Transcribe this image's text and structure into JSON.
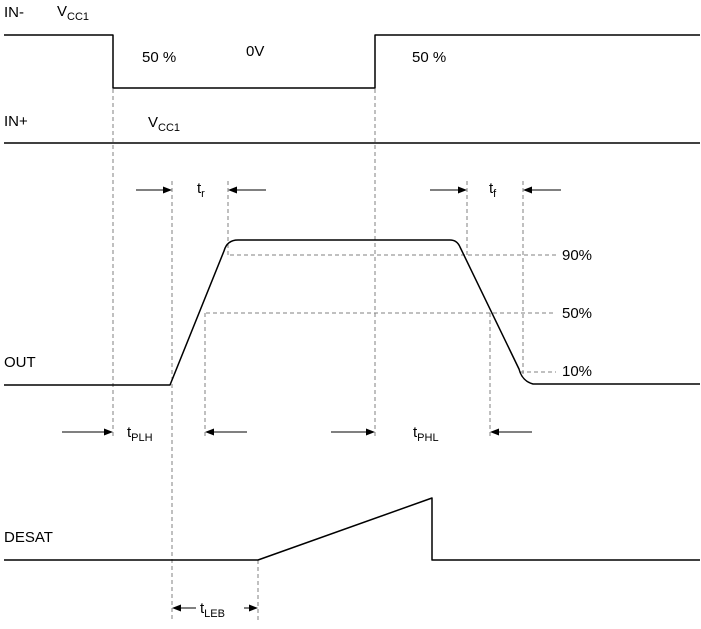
{
  "signals": {
    "in_minus": {
      "label": "IN-"
    },
    "in_plus": {
      "label": "IN+"
    },
    "out": {
      "label": "OUT"
    },
    "desat": {
      "label": "DESAT"
    }
  },
  "levels": {
    "in_minus_high": {
      "base": "V",
      "sub": "CC1"
    },
    "in_plus_high": {
      "base": "V",
      "sub": "CC1"
    },
    "in_minus_fall_threshold": "50 %",
    "in_minus_low": "0V",
    "in_minus_rise_threshold": "50 %",
    "out_90": "90%",
    "out_50": "50%",
    "out_10": "10%"
  },
  "timings": {
    "t_r": {
      "base": "t",
      "sub": "r"
    },
    "t_f": {
      "base": "t",
      "sub": "f"
    },
    "t_plh": {
      "base": "t",
      "sub": "PLH"
    },
    "t_phl": {
      "base": "t",
      "sub": "PHL"
    },
    "t_leb": {
      "base": "t",
      "sub": "LEB"
    }
  },
  "colors": {
    "waveform": "#000000",
    "guide_line": "#808080",
    "text": "#000000",
    "background": "#ffffff"
  }
}
